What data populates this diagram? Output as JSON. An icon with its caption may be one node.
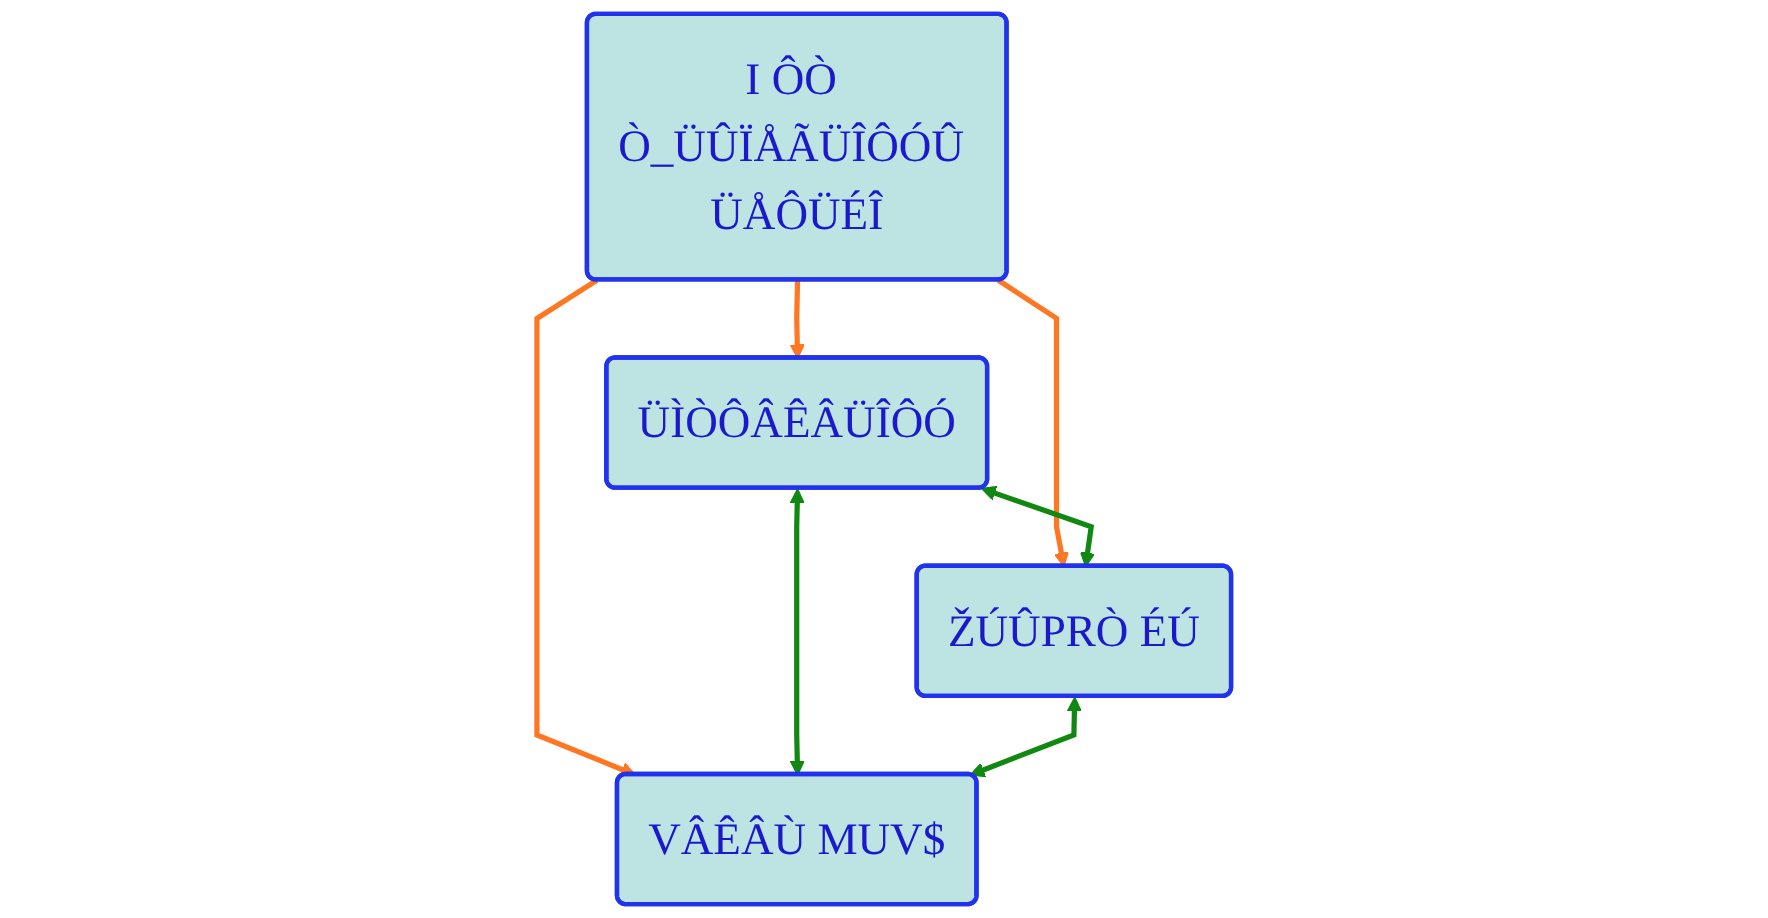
{
  "diagram": {
    "nodes": [
      {
        "text": [
          "I ÔÒ Ò_ÜÛÏÅÃÜÎÔÓÛ ÜÅÔÜÉÎ"
        ]
      },
      {
        "text": [
          "ÜÌÒÔÂÊÂÜÎÔÓ"
        ]
      },
      {
        "text": [
          "ŽÚÛPRÒ ÉÚ"
        ]
      },
      {
        "text": [
          "VÂÊÂÙ MUV$"
        ]
      }
    ],
    "edges": [
      {
        "from": 0,
        "to": 1,
        "arrow": "to",
        "color": "#ff7722"
      },
      {
        "from": 0,
        "to": 2,
        "arrow": "to",
        "color": "#ff7722"
      },
      {
        "from": 0,
        "to": 3,
        "arrow": "to",
        "color": "#ff7722"
      },
      {
        "from": 1,
        "to": 2,
        "arrow": "both",
        "color": "#118811"
      },
      {
        "from": 1,
        "to": 3,
        "arrow": "both",
        "color": "#118811"
      },
      {
        "from": 2,
        "to": 3,
        "arrow": "both",
        "color": "#118811"
      }
    ]
  }
}
